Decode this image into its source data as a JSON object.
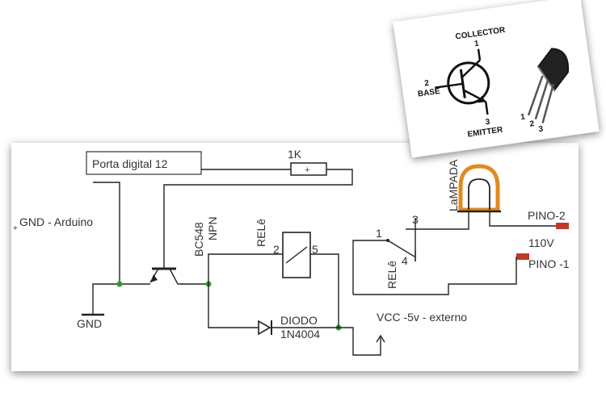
{
  "labels": {
    "porta_digital": "Porta digital 12",
    "gnd_arduino": "GND - Arduino",
    "gnd": "GND",
    "resistor": "1K",
    "transistor_model": "BC548",
    "transistor_type": "NPN",
    "rele_coil": "RELê",
    "rele_pin2": "2",
    "rele_pin5": "5",
    "diode_name": "DIODO",
    "diode_model": "1N4004",
    "vcc": "VCC -5v - externo",
    "switch_pin1": "1",
    "switch_pin3": "3",
    "switch_pin4": "4",
    "rele_switch": "RELê",
    "lampada": "LaMPADA",
    "pino2": "PINO-2",
    "v110": "110V",
    "pino1": "PINO -1"
  },
  "inset": {
    "collector": "COLLECTOR",
    "pin1": "1",
    "base": "BASE",
    "pin2": "2",
    "pin3": "3",
    "emitter": "EMITTER",
    "pkg_pin1": "1",
    "pkg_pin2": "2",
    "pkg_pin3": "3"
  },
  "colors": {
    "wire": "#222222",
    "node": "#2e9b2e",
    "pin": "#c0392b",
    "lamp": "#e08a1e",
    "text": "#333333"
  },
  "icons": [
    "transistor-symbol-icon",
    "transistor-package-icon",
    "resistor-icon",
    "relay-coil-icon",
    "diode-icon",
    "switch-icon",
    "lamp-icon",
    "ground-icon"
  ]
}
